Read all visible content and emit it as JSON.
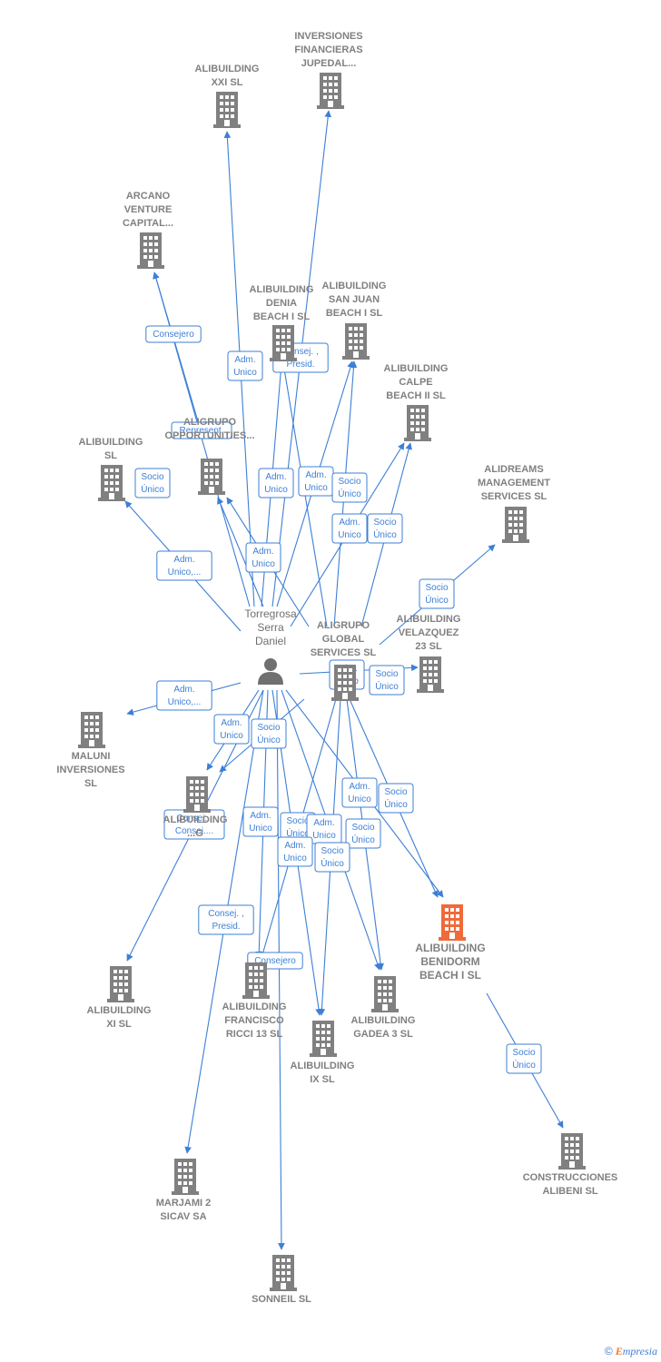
{
  "colors": {
    "edge": "#3d7fd6",
    "building": "#808080",
    "highlight": "#f06a3a",
    "person": "#707070"
  },
  "brand": {
    "symbol": "©",
    "initial": "E",
    "rest": "mpresia"
  },
  "person": {
    "id": "person",
    "lines": [
      "Torregrosa",
      "Serra",
      "Daniel"
    ],
    "icon": "person-icon"
  },
  "nodes": [
    {
      "id": "n1",
      "lines": [
        "INVERSIONES",
        "FINANCIERAS",
        "JUPEDAL..."
      ]
    },
    {
      "id": "n2",
      "lines": [
        "ALIBUILDING",
        "XXI  SL"
      ]
    },
    {
      "id": "n3",
      "lines": [
        "ARCANO",
        "VENTURE",
        "CAPITAL..."
      ]
    },
    {
      "id": "n4",
      "lines": [
        "ALIBUILDING",
        "DENIA",
        "BEACH I  SL"
      ]
    },
    {
      "id": "n5",
      "lines": [
        "ALIBUILDING",
        "SAN JUAN",
        "BEACH I  SL"
      ]
    },
    {
      "id": "n6",
      "lines": [
        "ALIBUILDING",
        "CALPE",
        "BEACH II  SL"
      ]
    },
    {
      "id": "n7",
      "lines": [
        "ALIGRUPO",
        "OPPORTUNITIES..."
      ]
    },
    {
      "id": "n8",
      "lines": [
        "ALIBUILDING",
        "SL"
      ]
    },
    {
      "id": "n9",
      "lines": [
        "ALIDREAMS",
        "MANAGEMENT",
        "SERVICES  SL"
      ]
    },
    {
      "id": "n10",
      "lines": [
        "ALIGRUPO",
        "GLOBAL",
        "SERVICES  SL"
      ]
    },
    {
      "id": "n11",
      "lines": [
        "ALIBUILDING",
        "VELAZQUEZ",
        "23  SL"
      ]
    },
    {
      "id": "n12",
      "lines": [
        "MALUNI",
        "INVERSIONES",
        "SL"
      ]
    },
    {
      "id": "n13",
      "lines": [
        "ALIBUILDING",
        "...G"
      ]
    },
    {
      "id": "n14",
      "lines": [
        "ALIBUILDING",
        "BENIDORM",
        "BEACH I  SL"
      ],
      "main": true
    },
    {
      "id": "n15",
      "lines": [
        "ALIBUILDING",
        "XI  SL"
      ]
    },
    {
      "id": "n16",
      "lines": [
        "ALIBUILDING",
        "FRANCISCO",
        "RICCI 13  SL"
      ]
    },
    {
      "id": "n17",
      "lines": [
        "ALIBUILDING",
        "GADEA 3  SL"
      ]
    },
    {
      "id": "n18",
      "lines": [
        "ALIBUILDING",
        "IX  SL"
      ]
    },
    {
      "id": "n19",
      "lines": [
        "CONSTRUCCIONES",
        "ALIBENI  SL"
      ]
    },
    {
      "id": "n20",
      "lines": [
        "MARJAMI 2",
        "SICAV SA"
      ]
    },
    {
      "id": "n21",
      "lines": [
        "SONNEIL  SL"
      ]
    }
  ],
  "edges": [
    {
      "from": "person",
      "to": "n2"
    },
    {
      "from": "person",
      "to": "n1"
    },
    {
      "from": "person",
      "to": "n3"
    },
    {
      "from": "n7",
      "to": "n3"
    },
    {
      "from": "person",
      "to": "n4"
    },
    {
      "from": "person",
      "to": "n5"
    },
    {
      "from": "person",
      "to": "n6"
    },
    {
      "from": "person",
      "to": "n8"
    },
    {
      "from": "person",
      "to": "n7"
    },
    {
      "from": "n10",
      "to": "n4"
    },
    {
      "from": "n10",
      "to": "n5"
    },
    {
      "from": "n10",
      "to": "n6"
    },
    {
      "from": "n10",
      "to": "n7"
    },
    {
      "from": "n10",
      "to": "n9"
    },
    {
      "from": "person",
      "to": "n12"
    },
    {
      "from": "person",
      "to": "n13"
    },
    {
      "from": "person",
      "to": "n15"
    },
    {
      "from": "person",
      "to": "n16"
    },
    {
      "from": "person",
      "to": "n17"
    },
    {
      "from": "person",
      "to": "n18"
    },
    {
      "from": "person",
      "to": "n14"
    },
    {
      "from": "person",
      "to": "n20"
    },
    {
      "from": "person",
      "to": "n21"
    },
    {
      "from": "n10",
      "to": "n14"
    },
    {
      "from": "n10",
      "to": "n16"
    },
    {
      "from": "n10",
      "to": "n17"
    },
    {
      "from": "n10",
      "to": "n18"
    },
    {
      "from": "n10",
      "to": "n13"
    },
    {
      "from": "n14",
      "to": "n19"
    },
    {
      "from": "person",
      "to": "n11"
    }
  ],
  "badges": [
    {
      "id": "b1",
      "lines": [
        "Consejero"
      ]
    },
    {
      "id": "b2",
      "lines": [
        "Adm.",
        "Unico"
      ]
    },
    {
      "id": "b3",
      "lines": [
        "Consej. ,",
        "Presid."
      ]
    },
    {
      "id": "b4",
      "lines": [
        "Represent."
      ]
    },
    {
      "id": "b5",
      "lines": [
        "Socio",
        "Único"
      ]
    },
    {
      "id": "b6",
      "lines": [
        "Adm.",
        "Unico"
      ]
    },
    {
      "id": "b7",
      "lines": [
        "Adm.",
        "Unico"
      ]
    },
    {
      "id": "b8",
      "lines": [
        "Socio",
        "Único"
      ]
    },
    {
      "id": "b9",
      "lines": [
        "Adm.",
        "Unico"
      ]
    },
    {
      "id": "b10",
      "lines": [
        "Socio",
        "Único"
      ]
    },
    {
      "id": "b11",
      "lines": [
        "Adm.",
        "Unico"
      ]
    },
    {
      "id": "b12",
      "lines": [
        "Adm.",
        "Unico,..."
      ]
    },
    {
      "id": "b13",
      "lines": [
        "Socio",
        "Único"
      ]
    },
    {
      "id": "b14",
      "lines": [
        "Adm.",
        "Unico"
      ]
    },
    {
      "id": "b15",
      "lines": [
        "Socio",
        "Único"
      ]
    },
    {
      "id": "b16",
      "lines": [
        "Adm.",
        "Unico,..."
      ]
    },
    {
      "id": "b17",
      "lines": [
        "Adm.",
        "Unico"
      ]
    },
    {
      "id": "b18",
      "lines": [
        "Socio",
        "Único"
      ]
    },
    {
      "id": "b19",
      "lines": [
        "Adm.",
        "Unico"
      ]
    },
    {
      "id": "b20",
      "lines": [
        "Socio",
        "Único"
      ]
    },
    {
      "id": "b21",
      "lines": [
        "Consej. ,",
        "Consej...."
      ]
    },
    {
      "id": "b22",
      "lines": [
        "Adm.",
        "Unico"
      ]
    },
    {
      "id": "b23",
      "lines": [
        "Socio",
        "Único"
      ]
    },
    {
      "id": "b24",
      "lines": [
        "Adm.",
        "Unico"
      ]
    },
    {
      "id": "b25",
      "lines": [
        "Socio",
        "Único"
      ]
    },
    {
      "id": "b26",
      "lines": [
        "Adm.",
        "Unico"
      ]
    },
    {
      "id": "b27",
      "lines": [
        "Socio",
        "Único"
      ]
    },
    {
      "id": "b28",
      "lines": [
        "Consej. ,",
        "Presid."
      ]
    },
    {
      "id": "b29",
      "lines": [
        "Consejero"
      ]
    },
    {
      "id": "b30",
      "lines": [
        "Socio",
        "Único"
      ]
    }
  ]
}
